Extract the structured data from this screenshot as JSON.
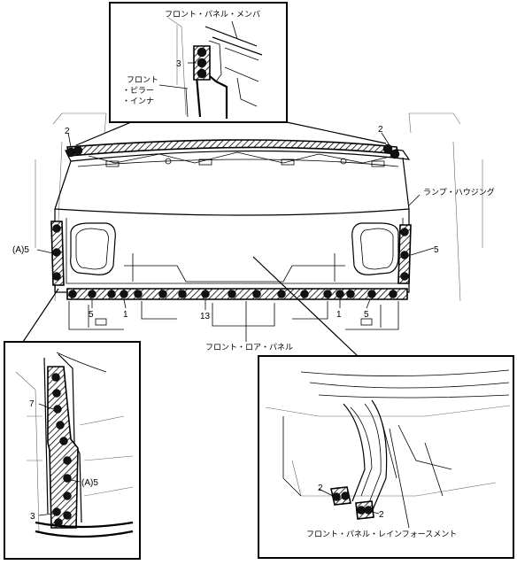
{
  "labels": {
    "front_panel_member": "フロント・パネル・メンバ",
    "front_pillar_inner_1": "フロント",
    "front_pillar_inner_2": "・ピラー",
    "front_pillar_inner_3": "・インナ",
    "lamp_housing": "ランプ・ハウジング",
    "front_lower_panel": "フロント・ロア・パネル",
    "front_panel_reinforcement": "フロント・パネル・レインフォースメント"
  },
  "callouts": {
    "top_inset_3": "3",
    "left_top_2": "2",
    "right_top_2": "2",
    "left_side_a5": "(A)5",
    "right_side_5": "5",
    "bottom_left_5": "5",
    "bottom_left_1": "1",
    "bottom_13": "13",
    "bottom_right_1": "1",
    "bottom_right_5": "5",
    "left_inset_7": "7",
    "left_inset_a5": "(A)5",
    "left_inset_3": "3",
    "right_inset_2a": "2",
    "right_inset_2b": "2"
  },
  "icons": {
    "weld_spot": "filled-circle"
  },
  "colors": {
    "line": "#000000",
    "background": "#ffffff"
  }
}
